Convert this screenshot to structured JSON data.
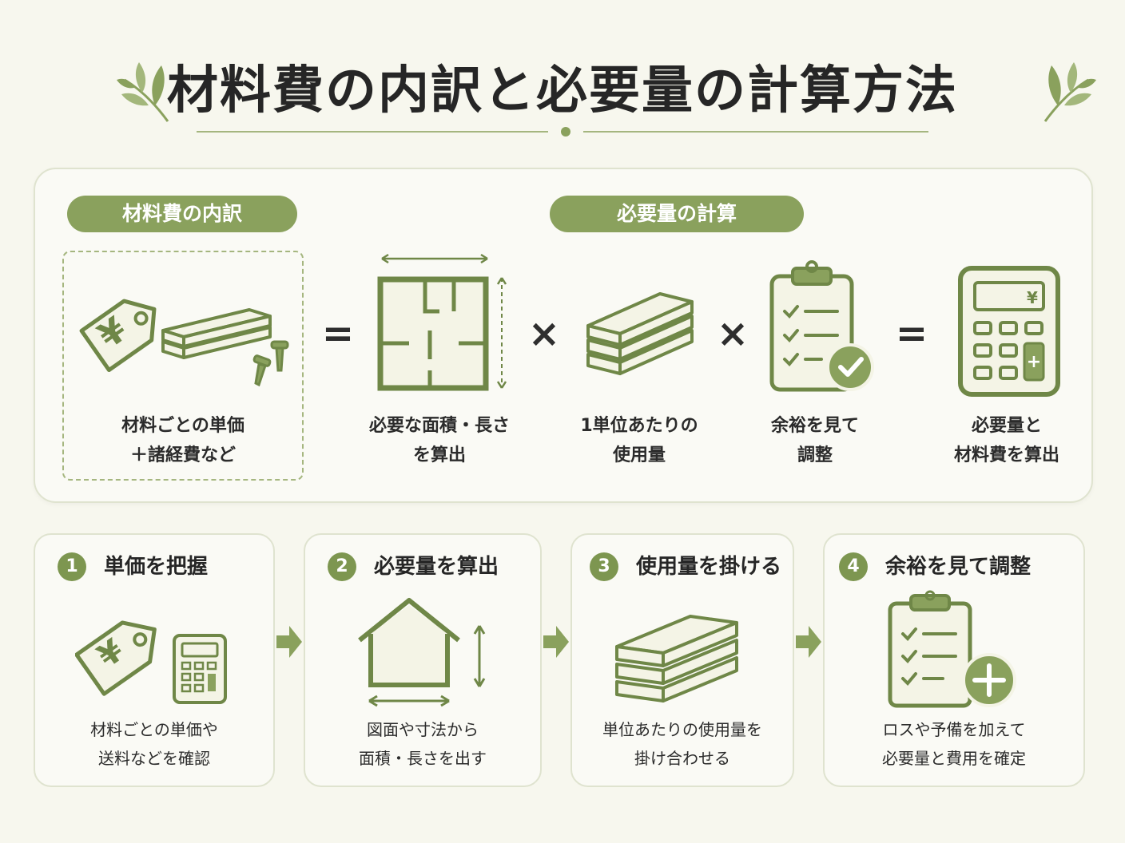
{
  "title": "材料費の内訳と必要量の計算方法",
  "colors": {
    "accent": "#8aa15d",
    "accent_dark": "#6f8747",
    "background": "#f7f7ee",
    "panel_border": "#dfe3cf"
  },
  "formula": {
    "left_pill": "材料費の内訳",
    "right_pill": "必要量の計算",
    "terms": [
      {
        "icon": "price-tag-with-materials-icon",
        "label": "材料ごとの単価\n＋諸経費など"
      },
      {
        "icon": "floor-plan-icon",
        "label": "必要な面積・長さ\nを算出"
      },
      {
        "icon": "stacked-boards-icon",
        "label": "1単位あたりの\n使用量"
      },
      {
        "icon": "checklist-icon",
        "label": "余裕を見て\n調整"
      },
      {
        "icon": "calculator-icon",
        "label": "必要量と\n材料費を算出"
      }
    ],
    "operators": [
      "=",
      "×",
      "×",
      "="
    ],
    "calculator_symbols": {
      "currency": "¥",
      "plus": "+"
    },
    "tag_symbol": "¥"
  },
  "steps": [
    {
      "number": "1",
      "title": "単価を把握",
      "icon": "price-tag-calculator-icon",
      "desc": "材料ごとの単価や\n送料などを確認"
    },
    {
      "number": "2",
      "title": "必要量を算出",
      "icon": "house-dimensions-icon",
      "desc": "図面や寸法から\n面積・長さを出す"
    },
    {
      "number": "3",
      "title": "使用量を掛ける",
      "icon": "boards-icon",
      "desc": "単位あたりの使用量を\n掛け合わせる"
    },
    {
      "number": "4",
      "title": "余裕を見て調整",
      "icon": "checklist-plus-icon",
      "desc": "ロスや予備を加えて\n必要量と費用を確定"
    }
  ]
}
